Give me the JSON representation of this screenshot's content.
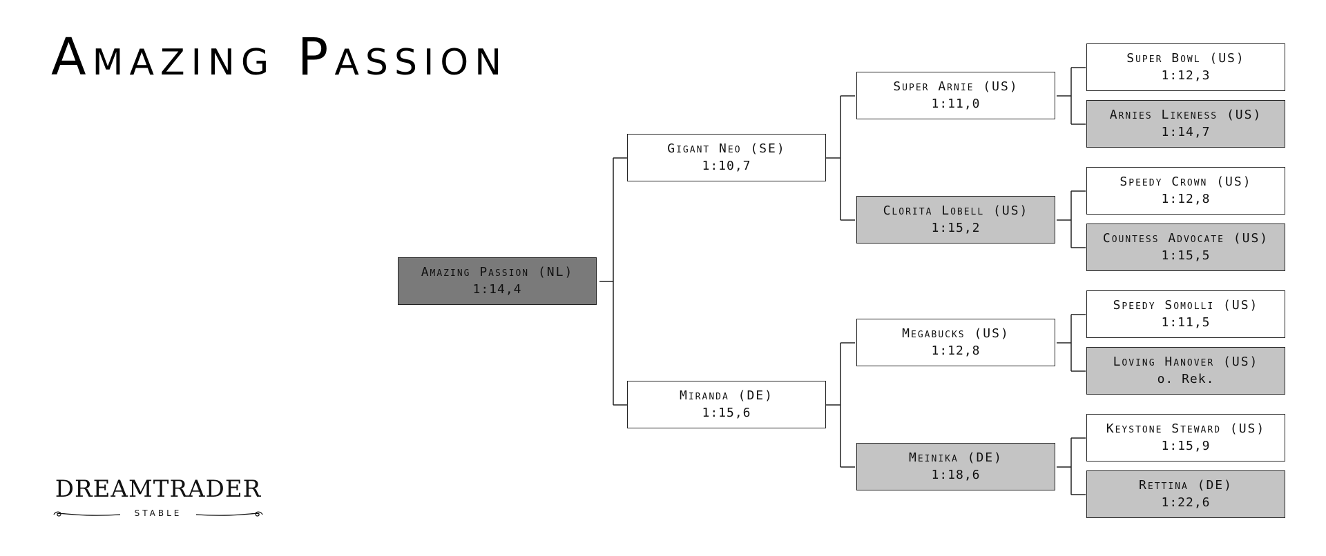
{
  "title": "Amazing Passion",
  "colors": {
    "subject_fill": "#7a7a7a",
    "mare_fill": "#c4c4c4",
    "stallion_fill": "#ffffff",
    "border": "#222222"
  },
  "pedigree": {
    "subject": {
      "name": "Amazing Passion (NL)",
      "record": "1:14,4"
    },
    "sire": {
      "name": "Gigant Neo (SE)",
      "record": "1:10,7"
    },
    "dam": {
      "name": "Miranda (DE)",
      "record": "1:15,6"
    },
    "sire_sire": {
      "name": "Super Arnie (US)",
      "record": "1:11,0"
    },
    "sire_dam": {
      "name": "Clorita Lobell (US)",
      "record": "1:15,2"
    },
    "dam_sire": {
      "name": "Megabucks (US)",
      "record": "1:12,8"
    },
    "dam_dam": {
      "name": "Meinika (DE)",
      "record": "1:18,6"
    },
    "ss_sire": {
      "name": "Super Bowl (US)",
      "record": "1:12,3"
    },
    "ss_dam": {
      "name": "Arnies Likeness (US)",
      "record": "1:14,7"
    },
    "sd_sire": {
      "name": "Speedy Crown (US)",
      "record": "1:12,8"
    },
    "sd_dam": {
      "name": "Countess Advocate (US)",
      "record": "1:15,5"
    },
    "ds_sire": {
      "name": "Speedy Somolli (US)",
      "record": "1:11,5"
    },
    "ds_dam": {
      "name": "Loving Hanover (US)",
      "record": "o. Rek."
    },
    "dd_sire": {
      "name": "Keystone Steward (US)",
      "record": "1:15,9"
    },
    "dd_dam": {
      "name": "Rettina (DE)",
      "record": "1:22,6"
    }
  },
  "logo": {
    "brand": "DREAMTRADER",
    "sub": "STABLE"
  }
}
